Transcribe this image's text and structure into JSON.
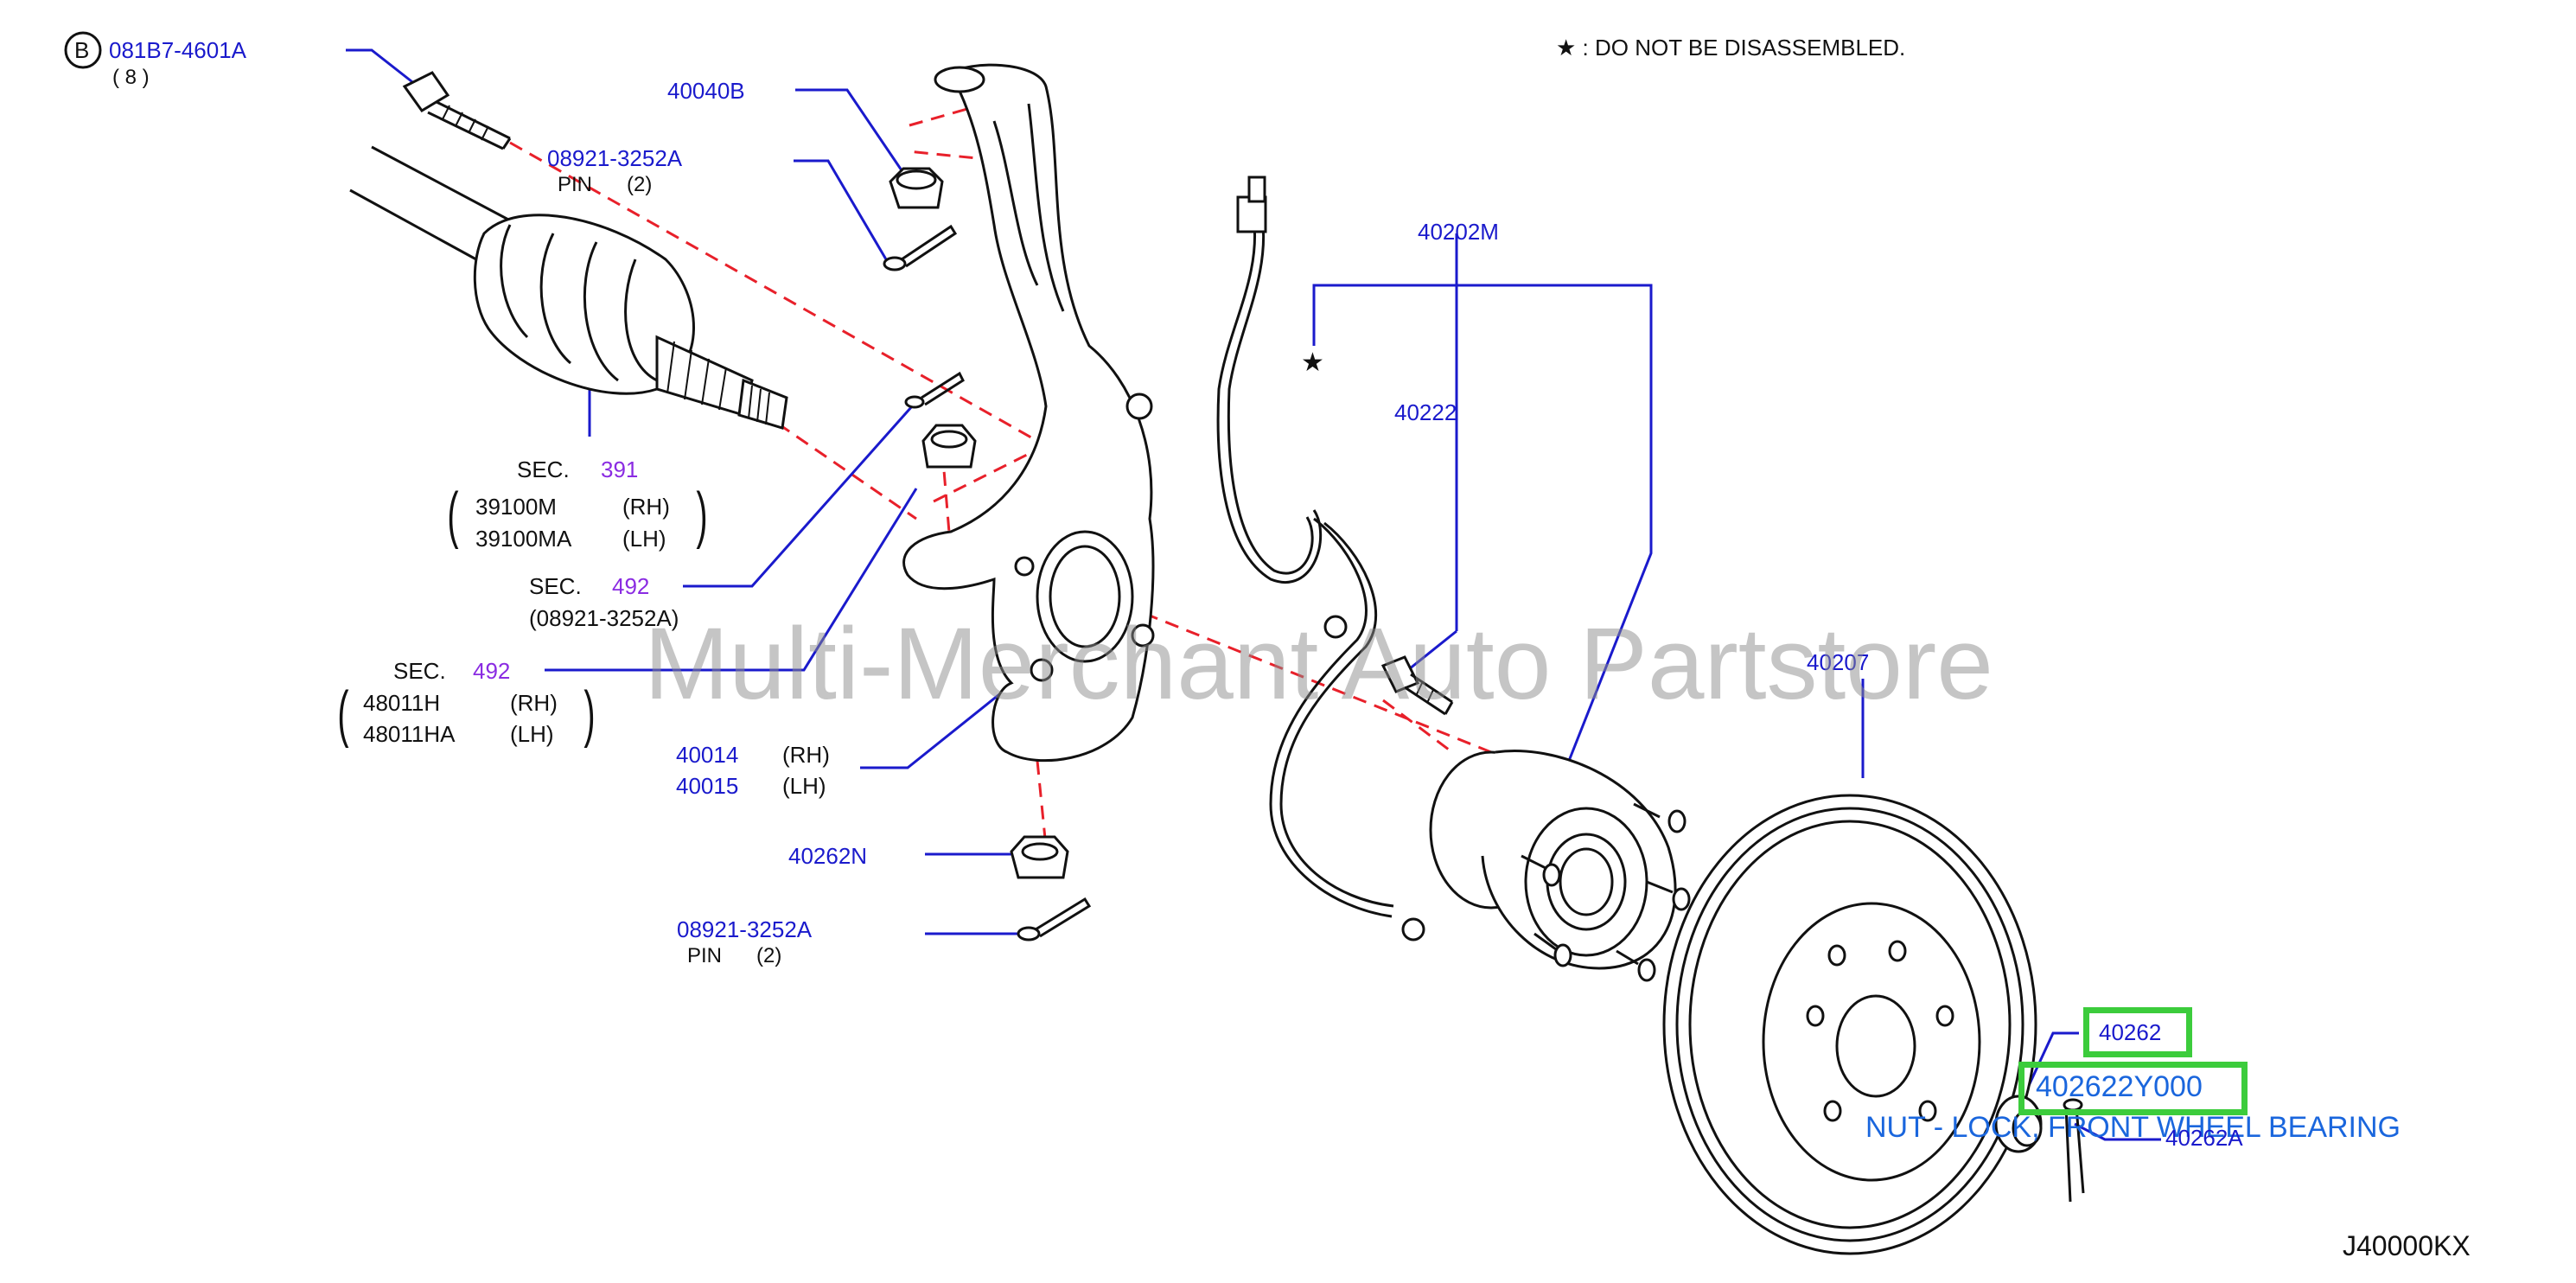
{
  "note": "★ :  DO   NOT   BE   DISASSEMBLED.",
  "watermark": "Multi-Merchant Auto Partstore",
  "diagram_code": "J40000KX",
  "bolt": {
    "badge": "B",
    "part": "081B7-4601A",
    "qty": "(   8   )"
  },
  "hub_nut_top": "40040B",
  "pin_top": {
    "part": "08921-3252A",
    "desc": "PIN",
    "qty": "(2)"
  },
  "driveshaft": {
    "sec": "SEC.",
    "sec_num": "391",
    "rh_part": "39100M",
    "rh": "(RH)",
    "lh_part": "39100MA",
    "lh": "(LH)"
  },
  "sec492_a": {
    "sec": "SEC.",
    "sec_num": "492",
    "part": "(08921-3252A)"
  },
  "sec492_b": {
    "sec": "SEC.",
    "sec_num": "492",
    "rh_part": "48011H",
    "rh": "(RH)",
    "lh_part": "48011HA",
    "lh": "(LH)"
  },
  "knuckle": {
    "rh_part": "40014",
    "rh": "(RH)",
    "lh_part": "40015",
    "lh": "(LH)"
  },
  "lower_nut": "40262N",
  "pin_bottom": {
    "part": "08921-3252A",
    "desc": "PIN",
    "qty": "(2)"
  },
  "hub_assy": "40202M",
  "hub_bolt": "40222",
  "rotor": "40207",
  "lock_nut": "40262",
  "highlight_part": "402622Y000",
  "highlight_desc": "NUT - LOCK, FRONT WHEEL BEARING",
  "cotter_pin": "40262A",
  "colors": {
    "leader": "#1a1acc",
    "dashed": "#e8202a",
    "highlight": "#3ccc3c",
    "link": "#1a66dd"
  }
}
